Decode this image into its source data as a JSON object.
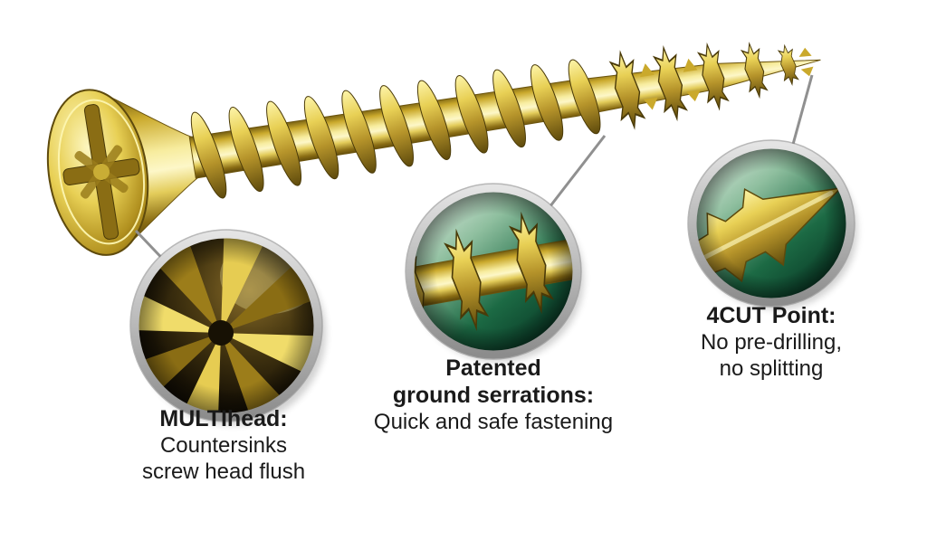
{
  "colors": {
    "gold": "#d9bb3e",
    "gold_highlight": "#fdf6b8",
    "gold_shadow": "#5e4a0c",
    "detail_green": "#0d4f33",
    "ring_gray": "#b5b5b5",
    "leader_gray": "#909090",
    "text": "#1a1a1a",
    "background": "#ffffff"
  },
  "callouts": {
    "multihead": {
      "title": "MULTIhead:",
      "line1": "Countersinks",
      "line2": "screw head flush"
    },
    "serrations": {
      "title1": "Patented",
      "title2": "ground serrations:",
      "line1": "Quick and safe fastening"
    },
    "point": {
      "title": "4CUT Point:",
      "line1": "No pre-drilling,",
      "line2": "no splitting"
    }
  }
}
